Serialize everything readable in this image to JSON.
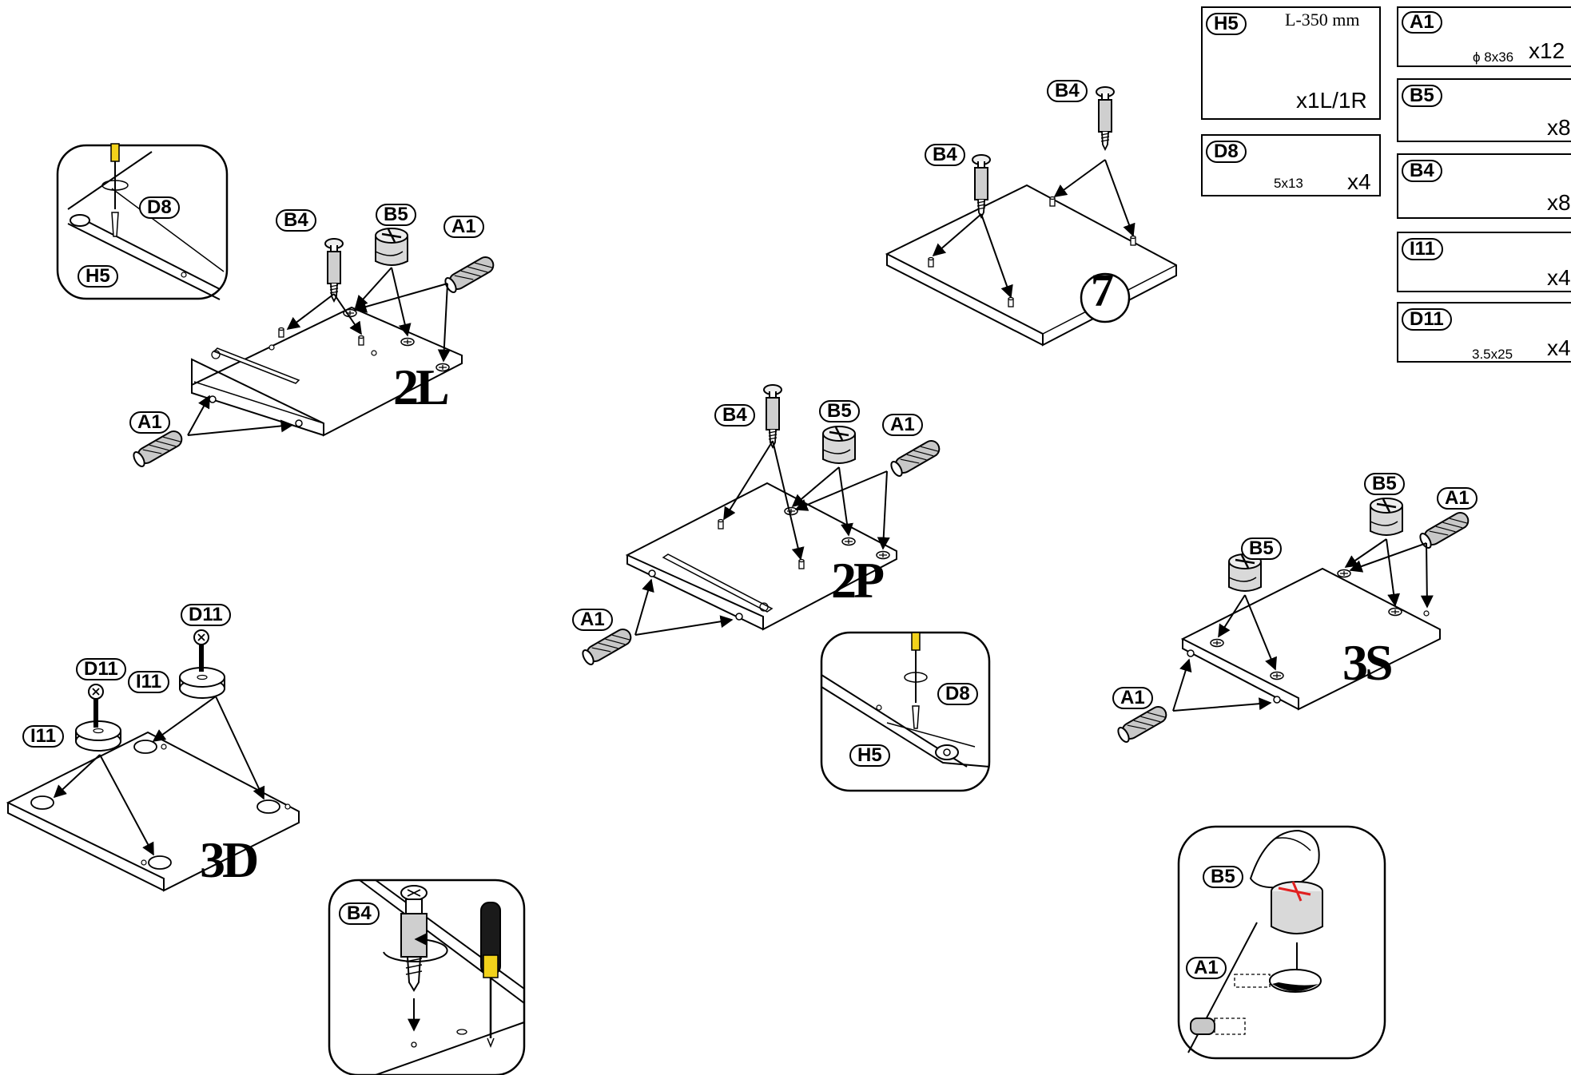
{
  "parts": {
    "h5": {
      "code": "H5",
      "length": "L-350 mm",
      "qty": "x1L/1R"
    },
    "d8": {
      "code": "D8",
      "size": "5x13",
      "qty": "x4"
    },
    "a1": {
      "code": "A1",
      "size": "ϕ 8x36",
      "qty": "x12"
    },
    "b5": {
      "code": "B5",
      "qty": "x8"
    },
    "b4": {
      "code": "B4",
      "qty": "x8"
    },
    "i11": {
      "code": "I11",
      "qty": "x4"
    },
    "d11": {
      "code": "D11",
      "size": "3.5x25",
      "qty": "x4"
    }
  },
  "steps": {
    "s2l": "2L",
    "s2p": "2P",
    "s7": "7",
    "s3s": "3S",
    "s3d": "3D"
  },
  "labels": {
    "a1": "A1",
    "b4": "B4",
    "b5": "B5",
    "d8": "D8",
    "h5": "H5",
    "d11": "D11",
    "i11": "I11"
  },
  "colors": {
    "ink": "#000000",
    "part_fill": "#d9d9d9",
    "dowel_fill": "#bdbdbd",
    "screwdriver_handle": "#f2d21b",
    "handle_dark": "#1a1a1a",
    "accent_red": "#e02020"
  }
}
